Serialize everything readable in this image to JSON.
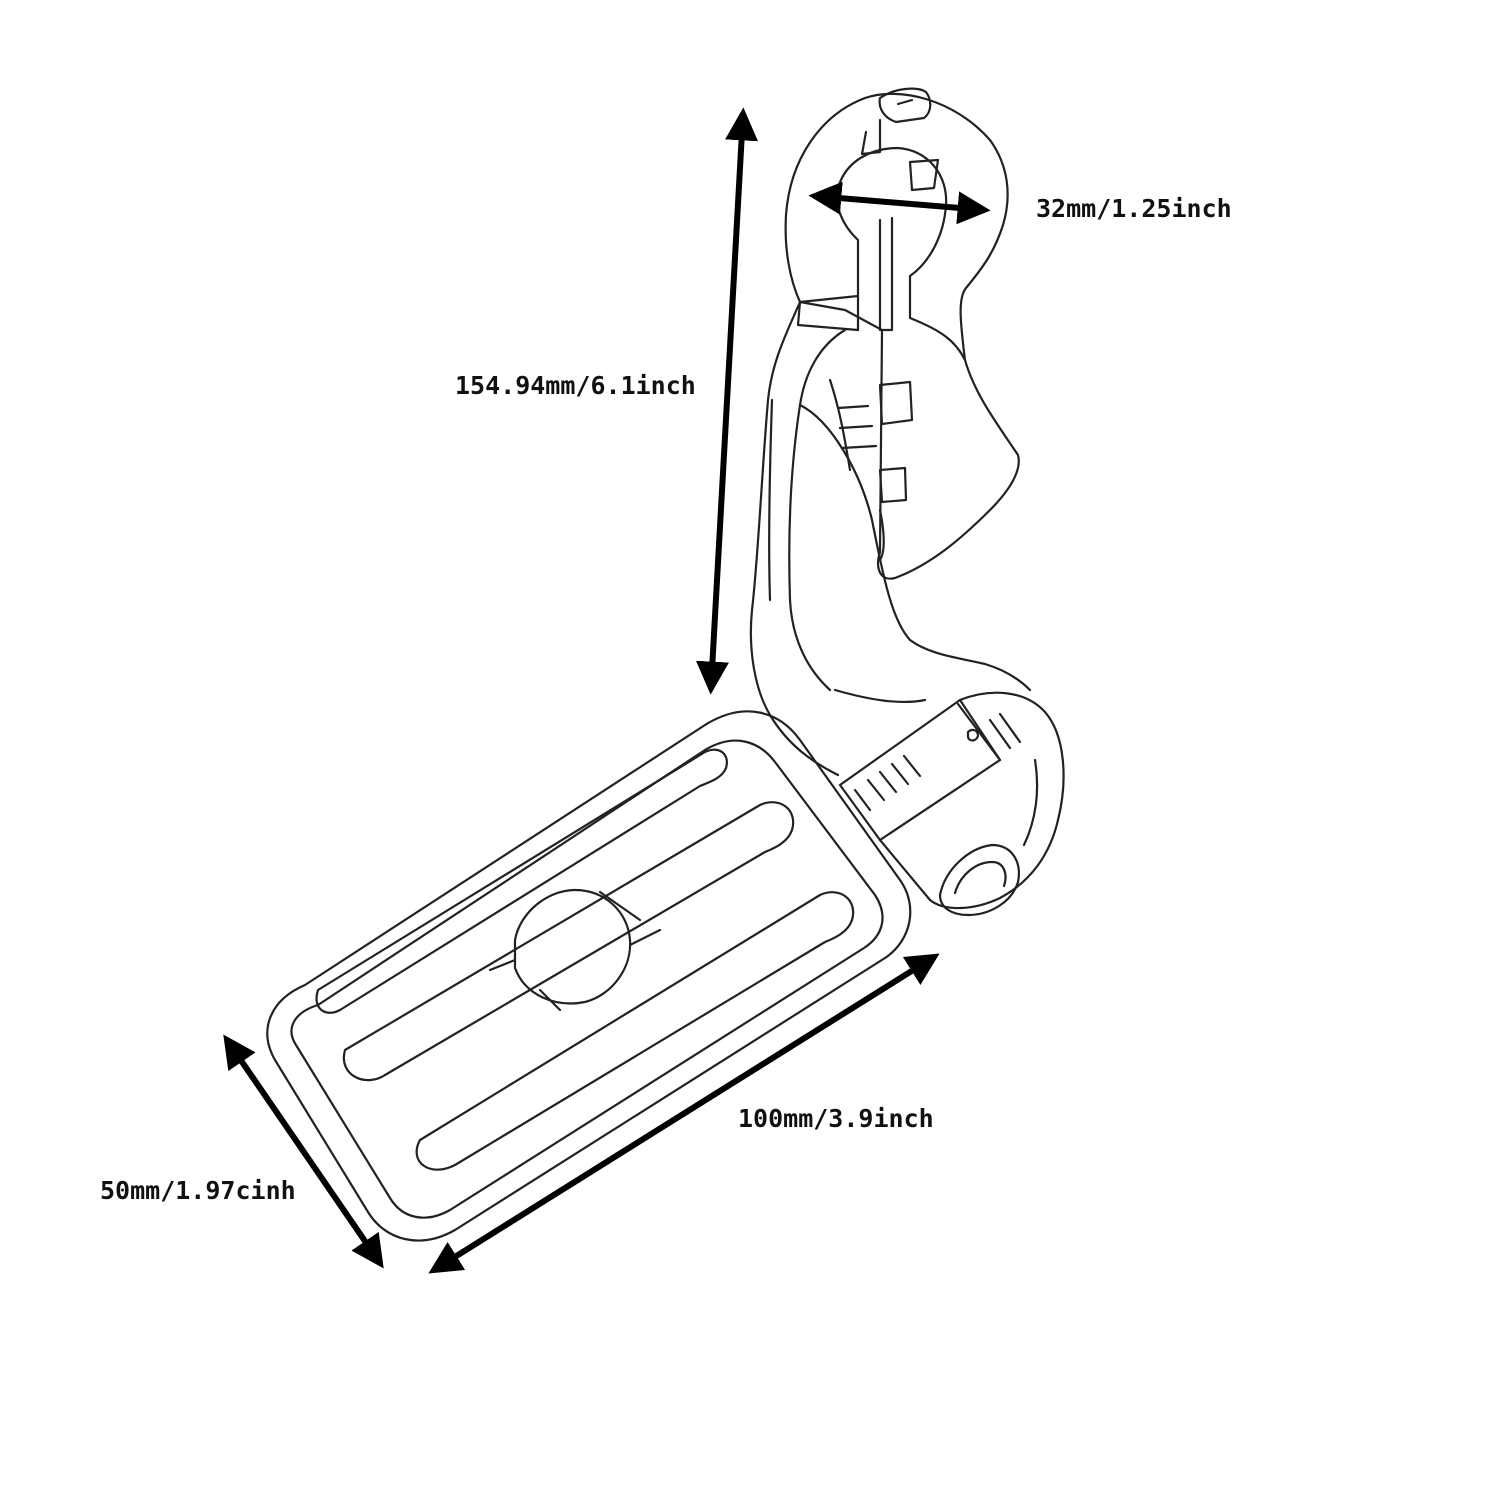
{
  "dimensions": {
    "tube_diameter": "32mm/1.25inch",
    "overall_height": "154.94mm/6.1inch",
    "peg_length": "100mm/3.9inch",
    "peg_width": "50mm/1.97cinh"
  },
  "colors": {
    "background": "#ffffff",
    "sketch_line": "#222222",
    "arrow": "#000000",
    "label_text": "#111111"
  }
}
